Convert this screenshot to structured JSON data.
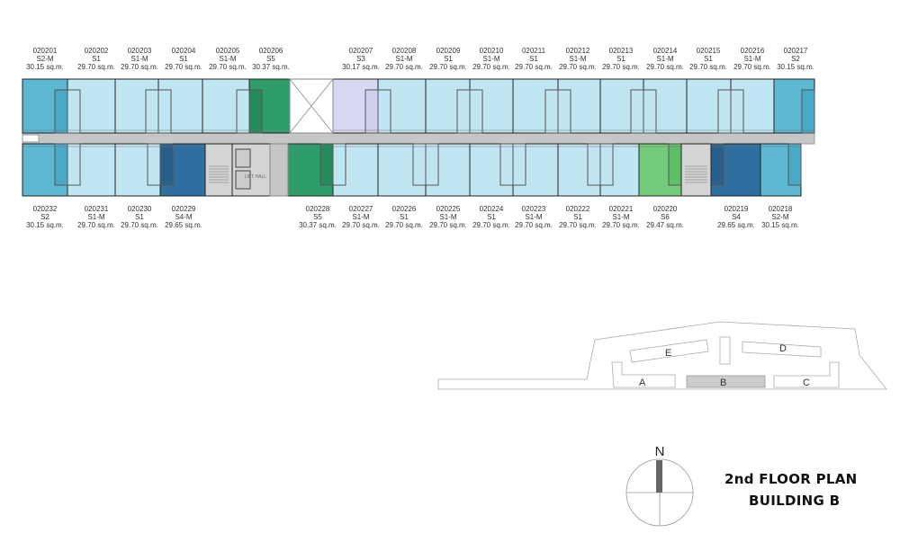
{
  "title": {
    "line1": "2nd FLOOR PLAN",
    "line2": "BUILDING B"
  },
  "compass": {
    "north_label": "N"
  },
  "plan": {
    "lift_hall_label": "LIFT HALL"
  },
  "key_plan": {
    "buildings": [
      "A",
      "B",
      "C",
      "D",
      "E"
    ],
    "highlighted": "B"
  },
  "colors": {
    "unit_light": "#bfe6f2",
    "unit_mid": "#5cb8d3",
    "unit_dark": "#2f6f9f",
    "unit_green": "#2f9d6b",
    "unit_light_green": "#73cc7b",
    "unit_lavender": "#d8d8f2",
    "corridor": "#c6c6c6"
  },
  "top_units": [
    {
      "id": "020201",
      "type": "S2-M",
      "area": "30.15 sq.m."
    },
    {
      "id": "020202",
      "type": "S1",
      "area": "29.70 sq.m."
    },
    {
      "id": "020203",
      "type": "S1-M",
      "area": "29.70 sq.m."
    },
    {
      "id": "020204",
      "type": "S1",
      "area": "29.70 sq.m."
    },
    {
      "id": "020205",
      "type": "S1-M",
      "area": "29.70 sq.m."
    },
    {
      "id": "020206",
      "type": "S5",
      "area": "30.37 sq.m."
    },
    {
      "id": "020207",
      "type": "S3",
      "area": "30.17 sq.m."
    },
    {
      "id": "020208",
      "type": "S1-M",
      "area": "29.70 sq.m."
    },
    {
      "id": "020209",
      "type": "S1",
      "area": "29.70 sq.m."
    },
    {
      "id": "020210",
      "type": "S1-M",
      "area": "29.70 sq.m."
    },
    {
      "id": "020211",
      "type": "S1",
      "area": "29.70 sq.m."
    },
    {
      "id": "020212",
      "type": "S1-M",
      "area": "29.70 sq.m."
    },
    {
      "id": "020213",
      "type": "S1",
      "area": "29.70 sq.m."
    },
    {
      "id": "020214",
      "type": "S1-M",
      "area": "29.70 sq.m."
    },
    {
      "id": "020215",
      "type": "S1",
      "area": "29.70 sq.m."
    },
    {
      "id": "020216",
      "type": "S1-M",
      "area": "29.70 sq.m."
    },
    {
      "id": "020217",
      "type": "S2",
      "area": "30.15 sq.m."
    }
  ],
  "bottom_units": [
    {
      "id": "020232",
      "type": "S2",
      "area": "30.15 sq.m."
    },
    {
      "id": "020231",
      "type": "S1-M",
      "area": "29.70 sq.m."
    },
    {
      "id": "020230",
      "type": "S1",
      "area": "29.70 sq.m."
    },
    {
      "id": "020229",
      "type": "S4-M",
      "area": "29.65 sq.m."
    },
    {
      "id": "020228",
      "type": "S5",
      "area": "30.37 sq.m."
    },
    {
      "id": "020227",
      "type": "S1-M",
      "area": "29.70 sq.m."
    },
    {
      "id": "020226",
      "type": "S1",
      "area": "29.70 sq.m."
    },
    {
      "id": "020225",
      "type": "S1-M",
      "area": "29.70 sq.m."
    },
    {
      "id": "020224",
      "type": "S1",
      "area": "29.70 sq.m."
    },
    {
      "id": "020223",
      "type": "S1-M",
      "area": "29.70 sq.m."
    },
    {
      "id": "020222",
      "type": "S1",
      "area": "29.70 sq.m."
    },
    {
      "id": "020221",
      "type": "S1-M",
      "area": "29.70 sq.m."
    },
    {
      "id": "020220",
      "type": "S6",
      "area": "29.47 sq.m."
    },
    {
      "id": "020219",
      "type": "S4",
      "area": "29.65 sq.m."
    },
    {
      "id": "020218",
      "type": "S2-M",
      "area": "30.15 sq.m."
    }
  ]
}
